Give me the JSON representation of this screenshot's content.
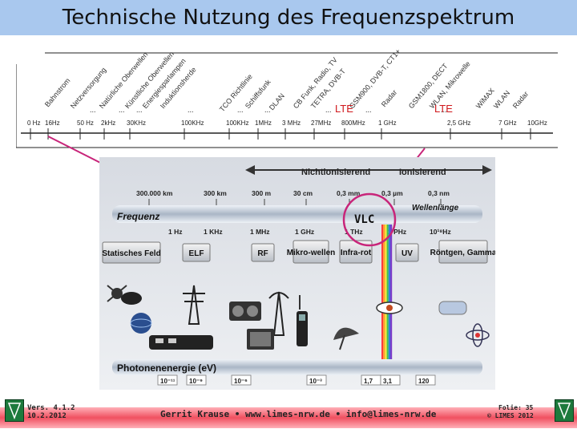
{
  "slide": {
    "title": "Technische Nutzung des Frequenzspektrum"
  },
  "top_scale": {
    "ticks": [
      "0 Hz",
      "16Hz",
      "50 Hz",
      "2kHz",
      "30KHz",
      "100KHz",
      "100KHz",
      "1MHz",
      "3 MHz",
      "27MHz",
      "800MHz",
      "1 GHz",
      "2,5 GHz",
      "7 GHz",
      "10GHz"
    ],
    "apps": [
      "Bahnstrom",
      "Netzversorgung",
      "Natürliche Oberwellen",
      "Künstliche Oberwellen",
      "Energiesparlampen",
      "Induktionsherde",
      "TCO Richtlinie",
      "Schiffsfunk",
      "DLAN",
      "CB Funk, Radio, TV",
      "TETRA, DVB-T",
      "GSM900, DVB-T, CT1+",
      "Radar",
      "GSM1800, DECT",
      "WLAN, Mikrowelle",
      "WiMAX",
      "WLAN",
      "Radar"
    ],
    "markers": [
      "LTE",
      "LTE"
    ],
    "ellipses": [
      "...",
      "...",
      "...",
      "...",
      "...",
      "...",
      "...",
      "...",
      "..."
    ],
    "colors": {
      "lte": "#d0181c",
      "axis": "#222222"
    }
  },
  "spectrum": {
    "arrow_left": "Nichtionisierend",
    "arrow_right": "Ionisierend",
    "wavelengths": [
      "300.000 km",
      "300 km",
      "300 m",
      "30 cm",
      "0,3 mm",
      "0,3 µm",
      "0,3 nm"
    ],
    "band_left": "Frequenz",
    "band_right": "Wellenlänge",
    "freqs": [
      "1 Hz",
      "1 KHz",
      "1 MHz",
      "1 GHz",
      "1 THz",
      "1 PHz",
      "10¹⁸Hz"
    ],
    "categories": [
      "Statisches Feld",
      "ELF",
      "RF",
      "Mikro-wellen",
      "Infra-rot",
      "UV",
      "Röntgen, Gamma"
    ],
    "vlc": "VLC",
    "energy_label": "Photonenenergie (eV)",
    "energies": [
      "10⁻¹¹",
      "10⁻⁹",
      "10⁻⁶",
      "10⁻³",
      "1,7",
      "3,1",
      "120"
    ],
    "colors": {
      "vlc_circle": "#c8257a",
      "band": "#c8d4e4",
      "rainbow": [
        "#ff3b3b",
        "#ff9a2a",
        "#f6e83a",
        "#44c24a",
        "#3a78e0",
        "#7a3ac8"
      ]
    }
  },
  "footer": {
    "version": "Vers. 4.1.2",
    "date": "10.2.2012",
    "author": "Gerrit Krause • www.limes-nrw.de • info@limes-nrw.de",
    "slide_label": "Folie: 35",
    "copyright": "© LIMES 2012",
    "colors": {
      "bar": "#f05060",
      "logo": "#1d7a3c"
    }
  }
}
